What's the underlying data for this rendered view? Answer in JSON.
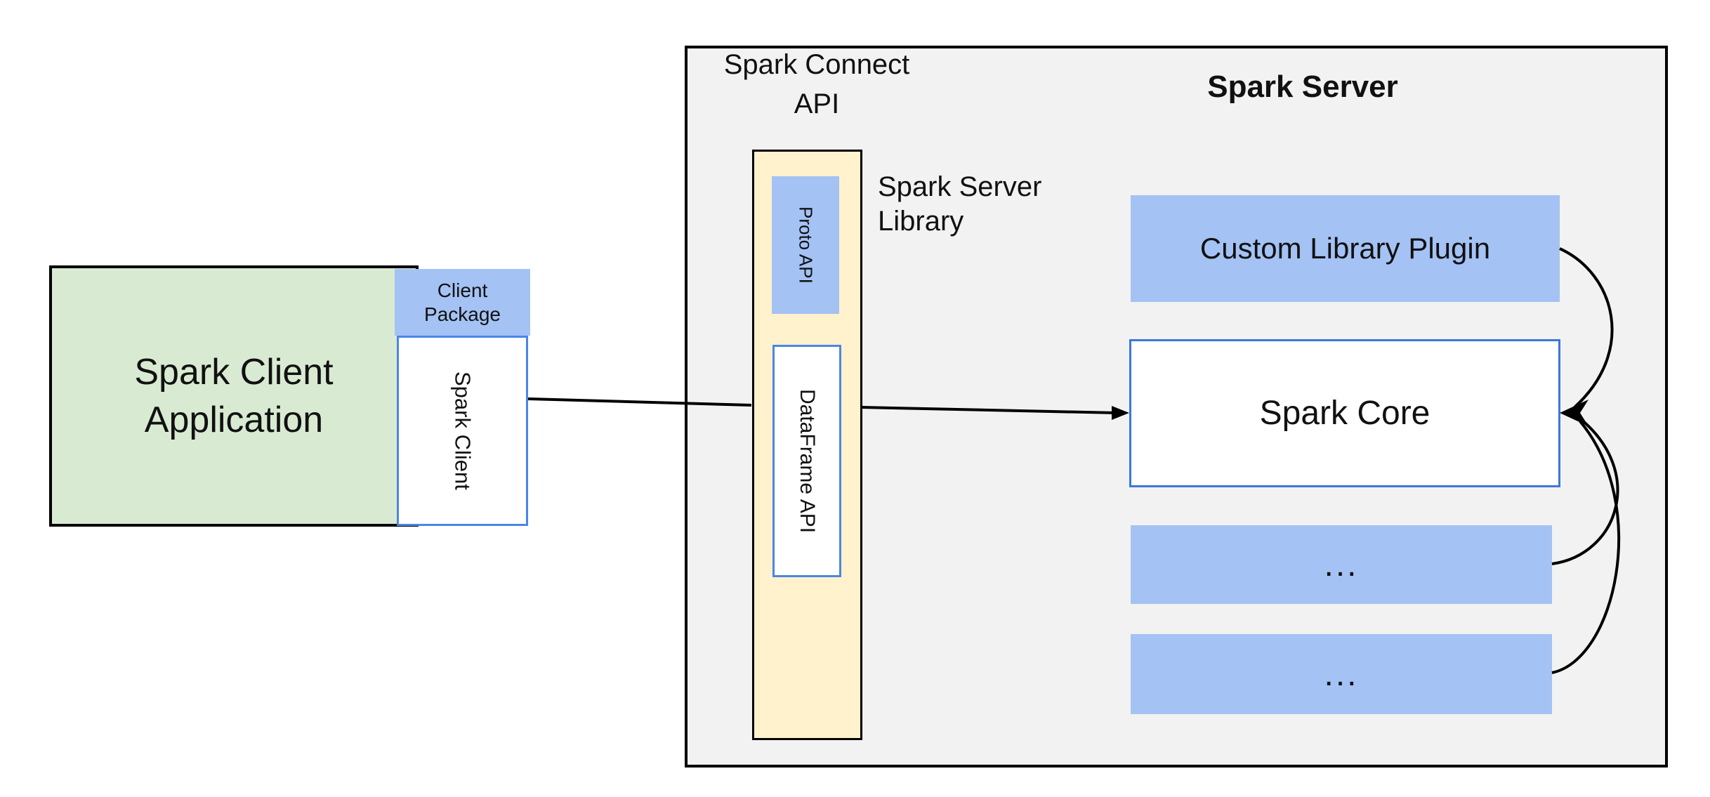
{
  "client_app": {
    "label_line1": "Spark Client",
    "label_line2": "Application"
  },
  "client_package": {
    "label_line1": "Client",
    "label_line2": "Package"
  },
  "spark_client": {
    "label": "Spark Client"
  },
  "connect_api_label": {
    "line1": "Spark Connect",
    "line2": "API"
  },
  "proto_api": {
    "label": "Proto API"
  },
  "dataframe_api": {
    "label": "DataFrame API"
  },
  "server_library_label": {
    "line1": "Spark Server",
    "line2": "Library"
  },
  "server": {
    "title": "Spark Server",
    "custom_plugin_label": "Custom Library Plugin",
    "spark_core_label": "Spark Core",
    "ellipsis_1": "...",
    "ellipsis_2": "..."
  },
  "colors": {
    "green_fill": "#d9ead3",
    "blue_fill": "#a4c2f4",
    "yellow_fill": "#fff2cc",
    "gray_fill": "#f2f2f2",
    "box_border_blue": "#4a86e8",
    "core_border_blue": "#3c78d8",
    "line_color": "#000000",
    "text_color": "#111111"
  }
}
